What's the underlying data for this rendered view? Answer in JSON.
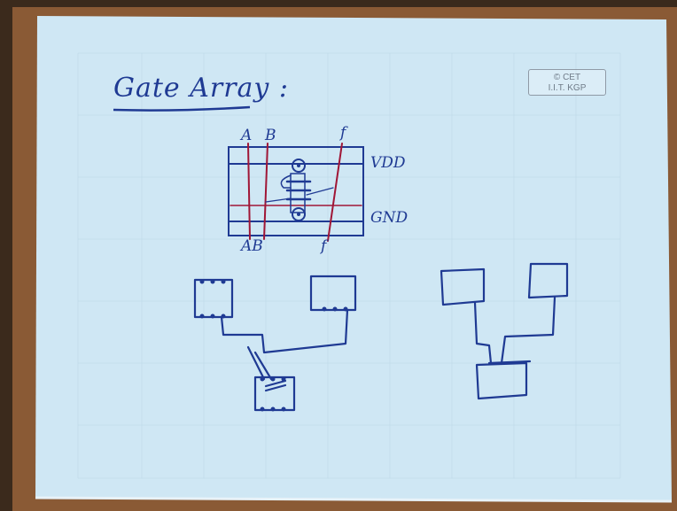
{
  "title": "Gate Array :",
  "watermark": {
    "line1": "© CET",
    "line2": "I.I.T. KGP"
  },
  "cell_labels": {
    "top_a": "A",
    "top_b": "B",
    "top_f": "f",
    "bottom_ab": "AB",
    "bottom_f": "f",
    "vdd": "VDD",
    "gnd": "GND"
  },
  "colors": {
    "paper": "#cfe7f4",
    "ink": "#1f3a93",
    "red_ink": "#a01636",
    "grid": "#b9d6e6",
    "wood": "#8a5a35"
  }
}
